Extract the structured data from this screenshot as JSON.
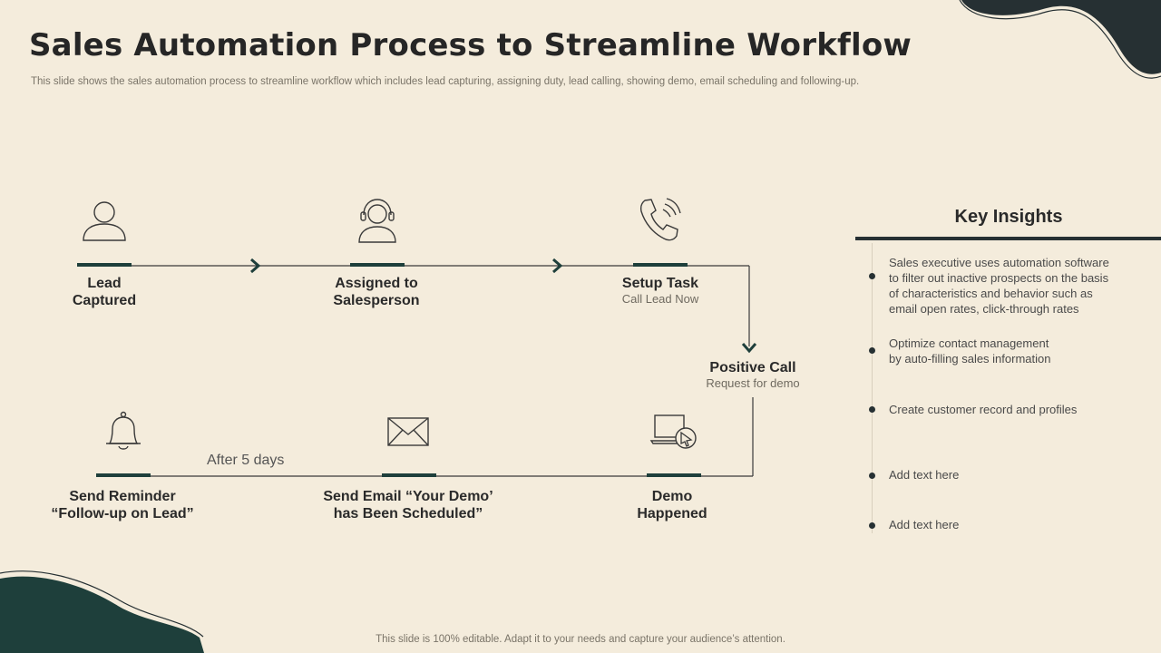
{
  "slide": {
    "title": "Sales Automation Process to Streamline Workflow",
    "subtitle": "This slide shows the sales automation process to streamline workflow which includes lead capturing, assigning duty, lead calling, showing demo, email scheduling and following-up.",
    "footer": "This slide is 100% editable. Adapt it to your needs and capture your audience’s attention."
  },
  "colors": {
    "background": "#f4ecdc",
    "accent": "#1e3f3b",
    "dark": "#263033",
    "text": "#2a2a2a"
  },
  "process": {
    "lead_captured": {
      "line1": "Lead",
      "line2": "Captured",
      "icon": "user-icon"
    },
    "assigned": {
      "line1": "Assigned to",
      "line2": "Salesperson",
      "icon": "headset-user-icon"
    },
    "setup_task": {
      "label": "Setup Task",
      "sub": "Call Lead Now",
      "icon": "phone-icon"
    },
    "positive_call": {
      "label": "Positive Call",
      "sub": "Request for demo"
    },
    "demo_happened": {
      "line1": "Demo",
      "line2": "Happened",
      "icon": "laptop-cursor-icon"
    },
    "send_email": {
      "line1": "Send Email “Your Demo’",
      "line2": "has Been Scheduled”",
      "icon": "envelope-icon"
    },
    "send_reminder": {
      "line1": "Send Reminder",
      "line2": "“Follow-up on Lead”",
      "icon": "bell-icon"
    },
    "after_days": "After 5 days"
  },
  "key_insights": {
    "title": "Key Insights",
    "items": [
      {
        "line1": "Sales executive uses automation software",
        "line2": "to filter out inactive prospects on the basis",
        "line3": "of characteristics and behavior such as",
        "line4": "email open rates, click-through rates"
      },
      {
        "line1": "Optimize contact management",
        "line2": "by auto-filling  sales information"
      },
      {
        "line1": "Create customer record and profiles"
      },
      {
        "line1": "Add text here"
      },
      {
        "line1": "Add text here"
      }
    ]
  }
}
